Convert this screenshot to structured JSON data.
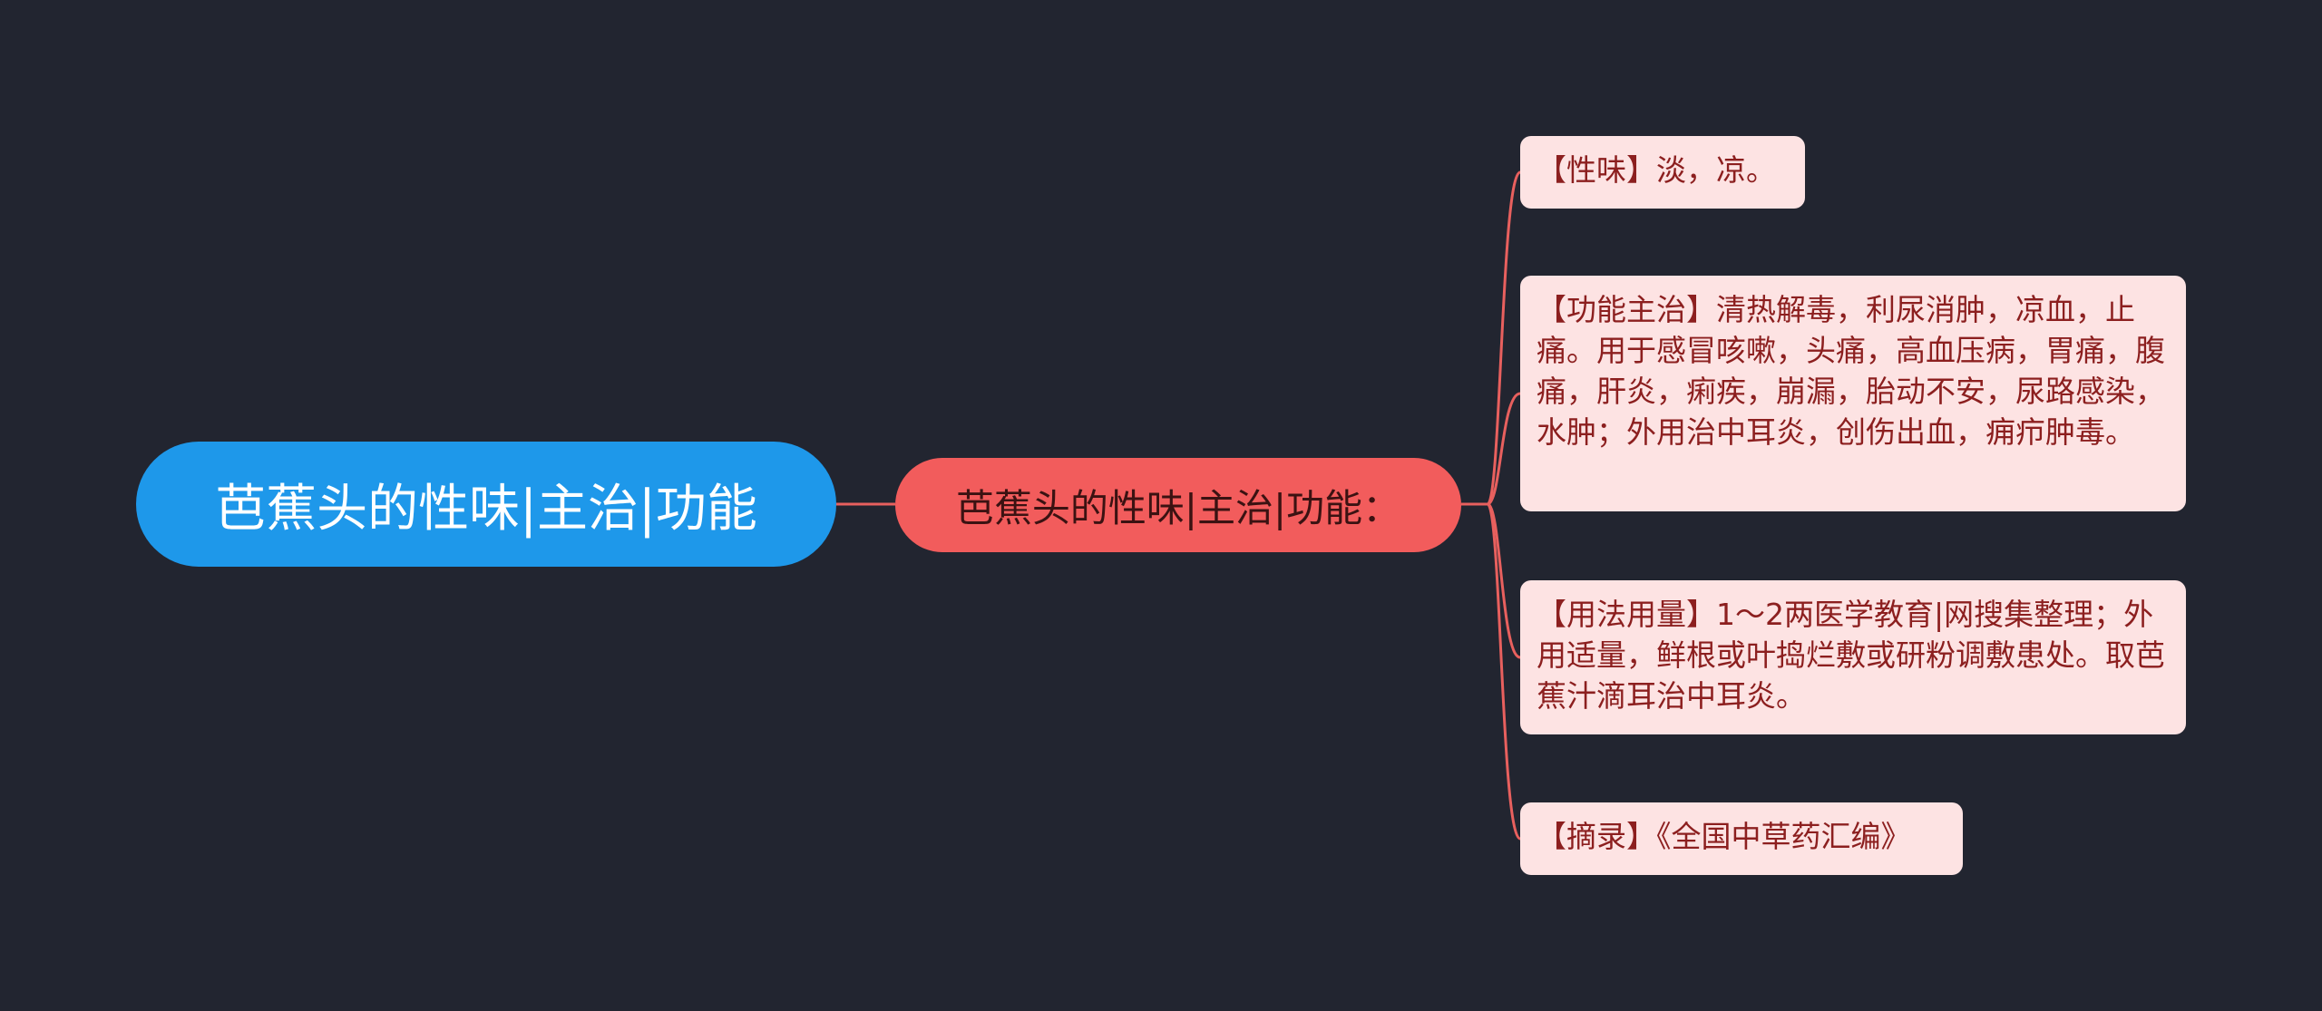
{
  "mindmap": {
    "root": {
      "label": "芭蕉头的性味|主治|功能"
    },
    "branch": {
      "label": "芭蕉头的性味|主治|功能："
    },
    "leaves": [
      {
        "text": "【性味】淡，凉。"
      },
      {
        "text": "【功能主治】清热解毒，利尿消肿，凉血，止痛。用于感冒咳嗽，头痛，高血压病，胃痛，腹痛，肝炎，痢疾，崩漏，胎动不安，尿路感染，水肿；外用治中耳炎，创伤出血，痈疖肿毒。"
      },
      {
        "text": "【用法用量】1～2两医学教育|网搜集整理；外用适量，鲜根或叶捣烂敷或研粉调敷患处。取芭蕉汁滴耳治中耳炎。"
      },
      {
        "text": "【摘录】《全国中草药汇编》"
      }
    ]
  },
  "colors": {
    "background": "#222530",
    "root": "#1e98ea",
    "branch": "#f25c5c",
    "leaf": "#fde3e3",
    "leaf_text": "#8c1f1f",
    "connector": "#e8605e"
  }
}
